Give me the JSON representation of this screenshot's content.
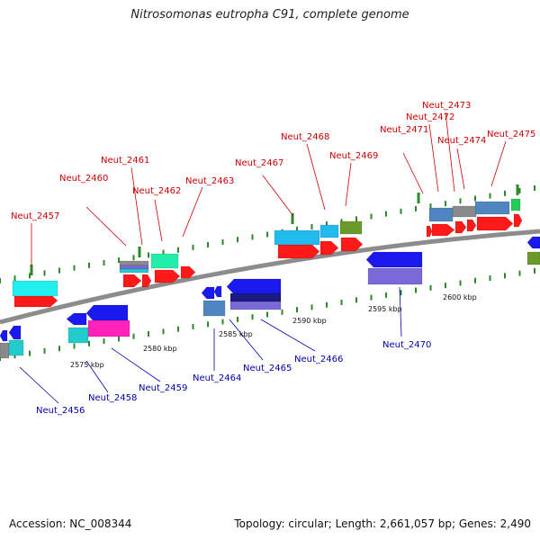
{
  "title": "Nitrosomonas eutropha C91, complete genome",
  "footer": {
    "accession": "Accession: NC_008344",
    "info": "Topology: circular; Length: 2,661,057 bp; Genes: 2,490"
  },
  "colors": {
    "plus_label": "#cc0000",
    "minus_label": "#0000aa",
    "backbone": "#8c8c8c",
    "tick_dash": "#2a8a2a",
    "red": "#ff1a1a",
    "blue": "#1a1aee",
    "cyan": "#22eeee",
    "lightblue": "#22bbee",
    "steelblue": "#4f86c0",
    "gray": "#8a8a8a",
    "green": "#22cc55",
    "olive": "#6a9a2a",
    "magenta": "#ff22bb",
    "purple": "#7a6ad8",
    "navy": "#1a1a80",
    "teal": "#22cccc",
    "mint": "#22eeaa"
  },
  "ticks": [
    {
      "label": "2575 kbp"
    },
    {
      "label": "2580 kbp"
    },
    {
      "label": "2585 kbp"
    },
    {
      "label": "2590 kbp"
    },
    {
      "label": "2595 kbp"
    },
    {
      "label": "2600 kbp"
    }
  ],
  "plus_labels": [
    "Neut_2457",
    "Neut_2460",
    "Neut_2461",
    "Neut_2462",
    "Neut_2463",
    "Neut_2467",
    "Neut_2468",
    "Neut_2469",
    "Neut_2471",
    "Neut_2472",
    "Neut_2473",
    "Neut_2474",
    "Neut_2475"
  ],
  "minus_labels": [
    "Neut_2456",
    "Neut_2458",
    "Neut_2459",
    "Neut_2464",
    "Neut_2465",
    "Neut_2466",
    "Neut_2470"
  ]
}
